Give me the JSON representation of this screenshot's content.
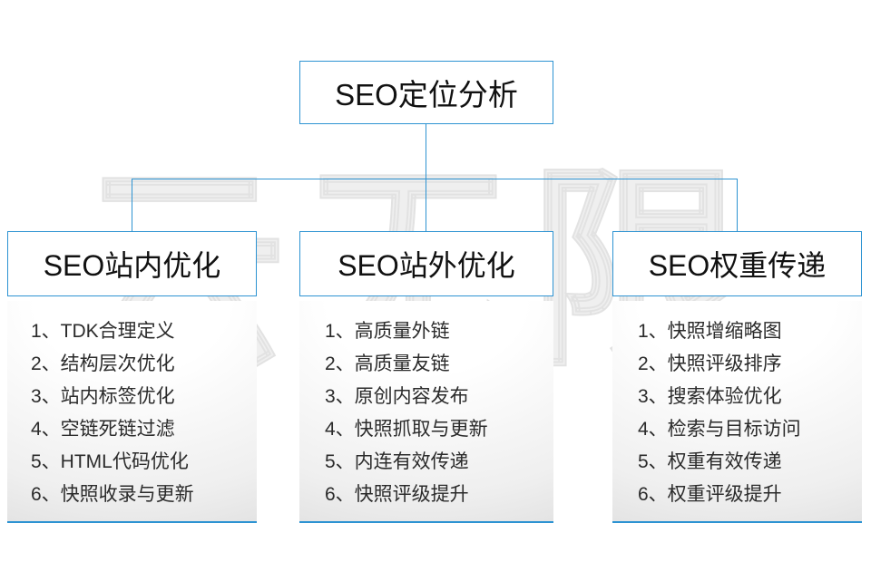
{
  "accent_color": "#2d93d2",
  "watermark": "云无限",
  "root_box": {
    "label": "SEO定位分析"
  },
  "branches": [
    {
      "title": "SEO站内优化",
      "items": [
        "1、TDK合理定义",
        "2、结构层次优化",
        "3、站内标签优化",
        "4、空链死链过滤",
        "5、HTML代码优化",
        "6、快照收录与更新"
      ]
    },
    {
      "title": "SEO站外优化",
      "items": [
        "1、高质量外链",
        "2、高质量友链",
        "3、原创内容发布",
        "4、快照抓取与更新",
        "5、内连有效传递",
        "6、快照评级提升"
      ]
    },
    {
      "title": "SEO权重传递",
      "items": [
        "1、快照增缩略图",
        "2、快照评级排序",
        "3、搜索体验优化",
        "4、检索与目标访问",
        "5、权重有效传递",
        "6、权重评级提升"
      ]
    }
  ]
}
